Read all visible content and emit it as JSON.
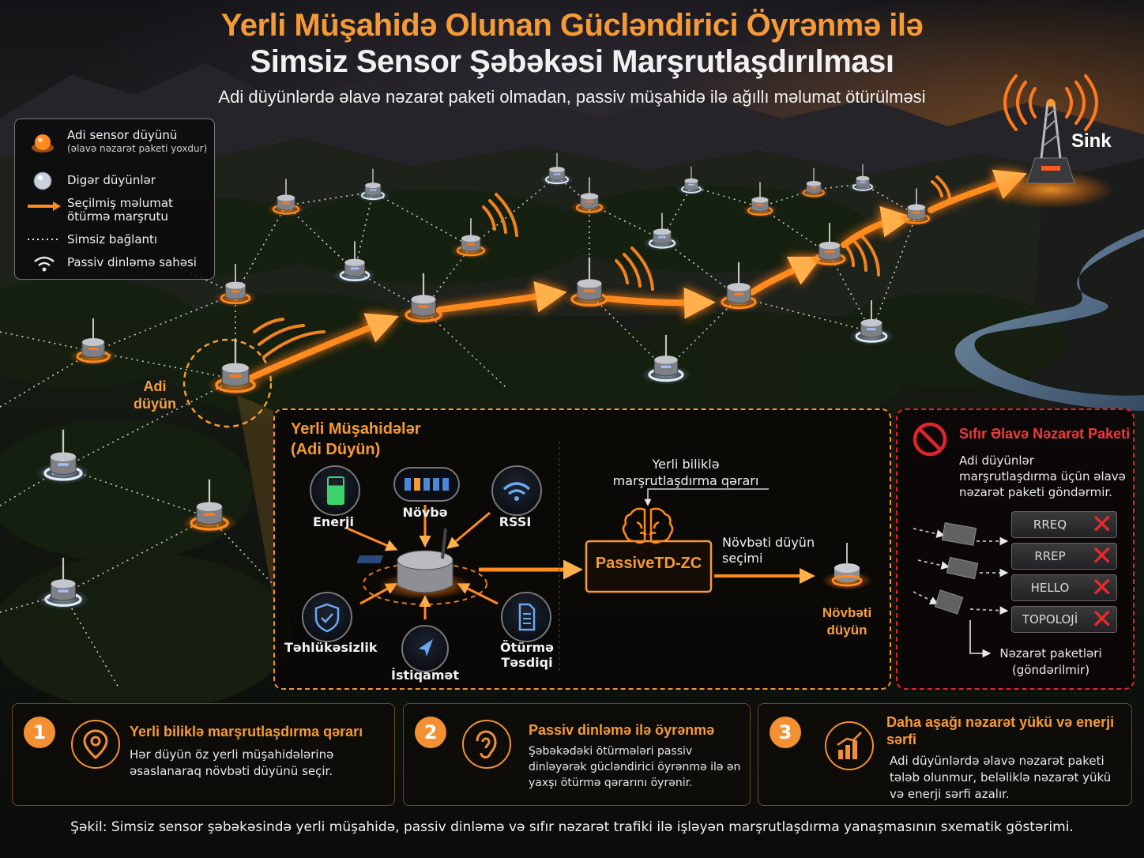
{
  "header": {
    "title_line1": "Yerli Müşahidə Olunan Gücləndirici Öyrənmə ilə",
    "title_line2": "Simsiz Sensor Şəbəkəsi Marşrutlaşdırılması",
    "subtitle": "Adi düyünlərdə əlavə nəzarət paketi olmadan, passiv müşahidə ilə ağıllı məlumat ötürülməsi"
  },
  "legend": {
    "items": [
      {
        "label": "Adi sensor düyünü",
        "sublabel": "(əlavə nəzarət paketi yoxdur)",
        "icon": "orange-node-icon"
      },
      {
        "label": "Digər düyünlər",
        "icon": "white-node-icon"
      },
      {
        "label": "Seçilmiş məlumat ötürmə marşrutu",
        "icon": "orange-arrow-icon"
      },
      {
        "label": "Simsiz bağlantı",
        "icon": "dotted-line-icon"
      },
      {
        "label": "Passiv dinləmə sahəsi",
        "icon": "wifi-wave-icon"
      }
    ]
  },
  "map": {
    "sink_label": "Sink",
    "ordinary_node_label": "Adi düyün",
    "route_color": "#ff8a1e",
    "node_color": "#ff7a18"
  },
  "observations": {
    "title": "Yerli Müşahidələr",
    "subtitle": "(Adi Düyün)",
    "metrics": {
      "energy": "Enerji",
      "queue": "Növbə",
      "rssi": "RSSI",
      "security": "Təhlükəsizlik",
      "direction": "İstiqamət",
      "ack": "Ötürmə Təsdiqi"
    },
    "decision_note": "Yerli biliklə marşrutlaşdırma qərarı",
    "algorithm": "PassiveTD-ZC",
    "next_select": "Növbəti düyün seçimi",
    "next_node": "Növbəti düyün",
    "accent": "#f0952f"
  },
  "zero_overhead": {
    "title": "Sıfır Əlavə Nəzarət Paketi",
    "description": "Adi düyünlər marşrutlaşdırma üçün əlavə nəzarət paketi göndərmir.",
    "packets": [
      "RREQ",
      "RREP",
      "HELLO",
      "TOPOLOJİ"
    ],
    "note": "Nəzarət paketləri (göndərilmir)",
    "accent": "#e0242a"
  },
  "cards": [
    {
      "number": "1",
      "title": "Yerli biliklə marşrutlaşdırma qərarı",
      "body": "Hər düyün öz yerli müşahidələrinə əsaslanaraq növbəti düyünü seçir.",
      "icon": "location-pin-icon"
    },
    {
      "number": "2",
      "title": "Passiv dinləmə ilə öyrənmə",
      "body": "Şəbəkədəki ötürmələri passiv dinləyərək gücləndirici öyrənmə ilə ən yaxşı ötürmə qərarını öyrənir.",
      "icon": "ear-icon"
    },
    {
      "number": "3",
      "title": "Daha aşağı nəzarət yükü və enerji sərfi",
      "body": "Adi düyünlərdə əlavə nəzarət paketi tələb olunmur, beləliklə nəzarət yükü və enerji sərfi azalır.",
      "icon": "bar-chart-icon"
    }
  ],
  "caption": "Şəkil: Simsiz sensor şəbəkəsində yerli müşahidə, passiv dinləmə və sıfır nəzarət trafiki ilə işləyən marşrutlaşdırma yanaşmasının sxematik göstərimi."
}
